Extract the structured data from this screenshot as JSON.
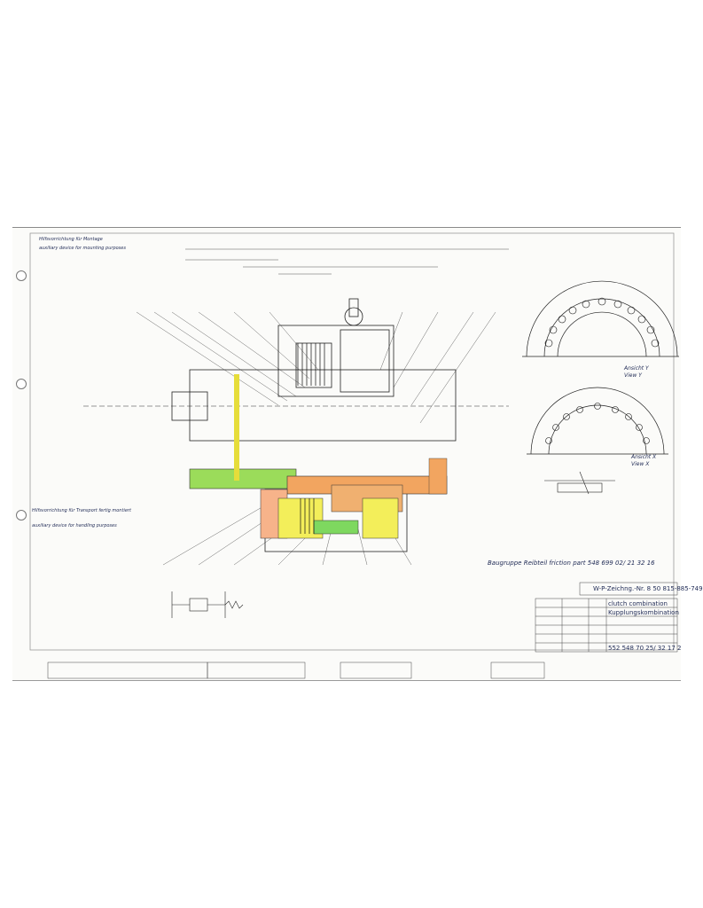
{
  "notes": {
    "assembly_de": "Hilfsvorrichtung für Montage",
    "assembly_en": "auxiliary device for mounting purposes",
    "transport_de": "Hilfsvorrichtung für Transport fertig montiert",
    "transport_en": "auxiliary device for handling purposes"
  },
  "views": {
    "y_de": "Ansicht Y",
    "y_en": "View Y",
    "x_de": "Ansicht X",
    "x_en": "View X"
  },
  "relief_part": "Baugruppe Reibteil  friction part  548 699 02/ 21 32 16",
  "title_block": {
    "drawing_no": "W-P-Zeichng.-Nr. 8 50 815-885-749",
    "title_en": "clutch combination",
    "title_de": "Kupplungskombination",
    "part_no": "552 548 70 25/ 32 17 2"
  },
  "icons": {
    "punch_hole": "punch-hole-icon"
  }
}
